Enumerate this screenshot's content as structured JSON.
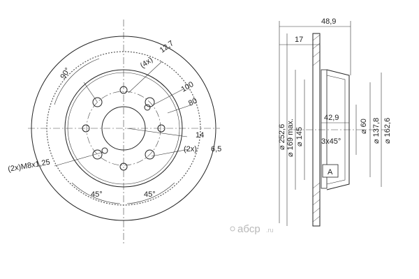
{
  "front_view": {
    "angle_top": "90°",
    "angle_bottom_left": "45°",
    "angle_bottom_right": "45°",
    "hole_pattern": "(4x)",
    "hole_diameter": "12,7",
    "pcd_100": "100",
    "hub_80": "80",
    "pilot_14": "14",
    "screw_count": "(2x)",
    "screw_hole": "6,5",
    "thread": "(2x)M8x1,25"
  },
  "side_view": {
    "overall_width": "48,9",
    "disc_thickness": "17",
    "hat_depth": "42,9",
    "chamfer": "3x45°",
    "dia_outer": "252,6",
    "dia_169": "169 max.",
    "dia_145": "145",
    "dia_60": "60",
    "dia_137": "137,8",
    "dia_162": "162,6",
    "section_label": "A"
  },
  "watermark": {
    "brand": "aбcp",
    "domain": ".ru"
  }
}
